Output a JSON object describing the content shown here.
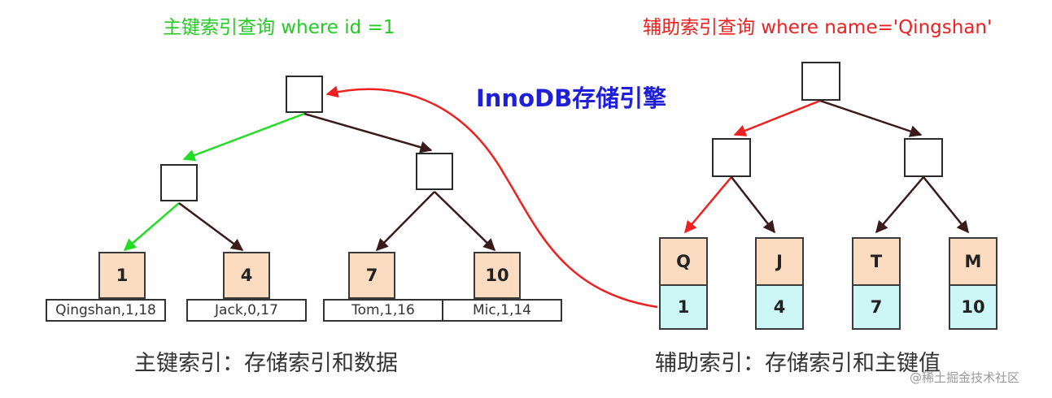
{
  "titles": {
    "primary_query": "主键索引查询 where id =1",
    "secondary_query": "辅助索引查询 where name='Qingshan'",
    "engine": "InnoDB存储引擎"
  },
  "captions": {
    "primary": "主键索引：存储索引和数据",
    "secondary": "辅助索引：存储索引和主键值"
  },
  "primary_index": {
    "leaves": [
      {
        "key": "1",
        "row": "Qingshan,1,18"
      },
      {
        "key": "4",
        "row": "Jack,0,17"
      },
      {
        "key": "7",
        "row": "Tom,1,16"
      },
      {
        "key": "10",
        "row": "Mic,1,14"
      }
    ]
  },
  "secondary_index": {
    "leaves": [
      {
        "key": "Q",
        "pk": "1"
      },
      {
        "key": "J",
        "pk": "4"
      },
      {
        "key": "T",
        "pk": "7"
      },
      {
        "key": "M",
        "pk": "10"
      }
    ]
  },
  "watermark": "@稀土掘金技术社区",
  "colors": {
    "green_path": "#22dd22",
    "red_path": "#ee2020",
    "edge": "#3a1a1a",
    "leaf_fill": "#fbdcc0",
    "pk_fill": "#cdf6f6",
    "engine_text": "#1f1fd8"
  }
}
